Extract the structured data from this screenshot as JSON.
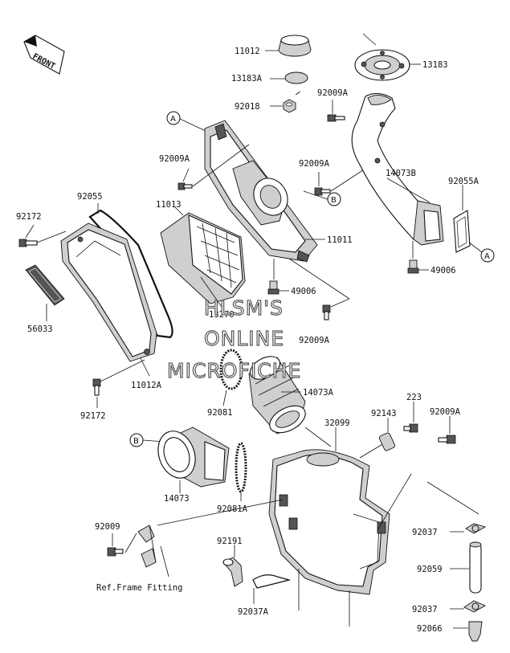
{
  "front_badge": "FRONT",
  "labels": {
    "p11012": "11012",
    "p13183A": "13183A",
    "p92018": "92018",
    "p13183": "13183",
    "p92009A_top": "92009A",
    "pA_top": "A",
    "p92009A_left": "92009A",
    "p92009A_mid": "92009A",
    "p14073B": "14073B",
    "p92055": "92055",
    "p11013": "11013",
    "pB_top": "B",
    "p92055A": "92055A",
    "p92172_top": "92172",
    "p11011": "11011",
    "pA_right": "A",
    "p49006_right": "49006",
    "p49006_mid": "49006",
    "p13270": "13270",
    "p56033": "56033",
    "p92009A_low": "92009A",
    "p11012A": "11012A",
    "p14073A": "14073A",
    "p92081": "92081",
    "p92172_bot": "92172",
    "p223": "223",
    "p32099": "32099",
    "p92143": "92143",
    "p92009A_br": "92009A",
    "pB_bot": "B",
    "p14073": "14073",
    "p92081A": "92081A",
    "p92009": "92009",
    "p92037_top": "92037",
    "p92191": "92191",
    "p92059": "92059",
    "ref_frame": "Ref.Frame Fitting",
    "p92037A": "92037A",
    "p92037_bot": "92037",
    "p92066": "92066"
  },
  "watermark": {
    "line1": "HLSM'S",
    "line2": "ONLINE",
    "line3": "MICROFICHE"
  }
}
